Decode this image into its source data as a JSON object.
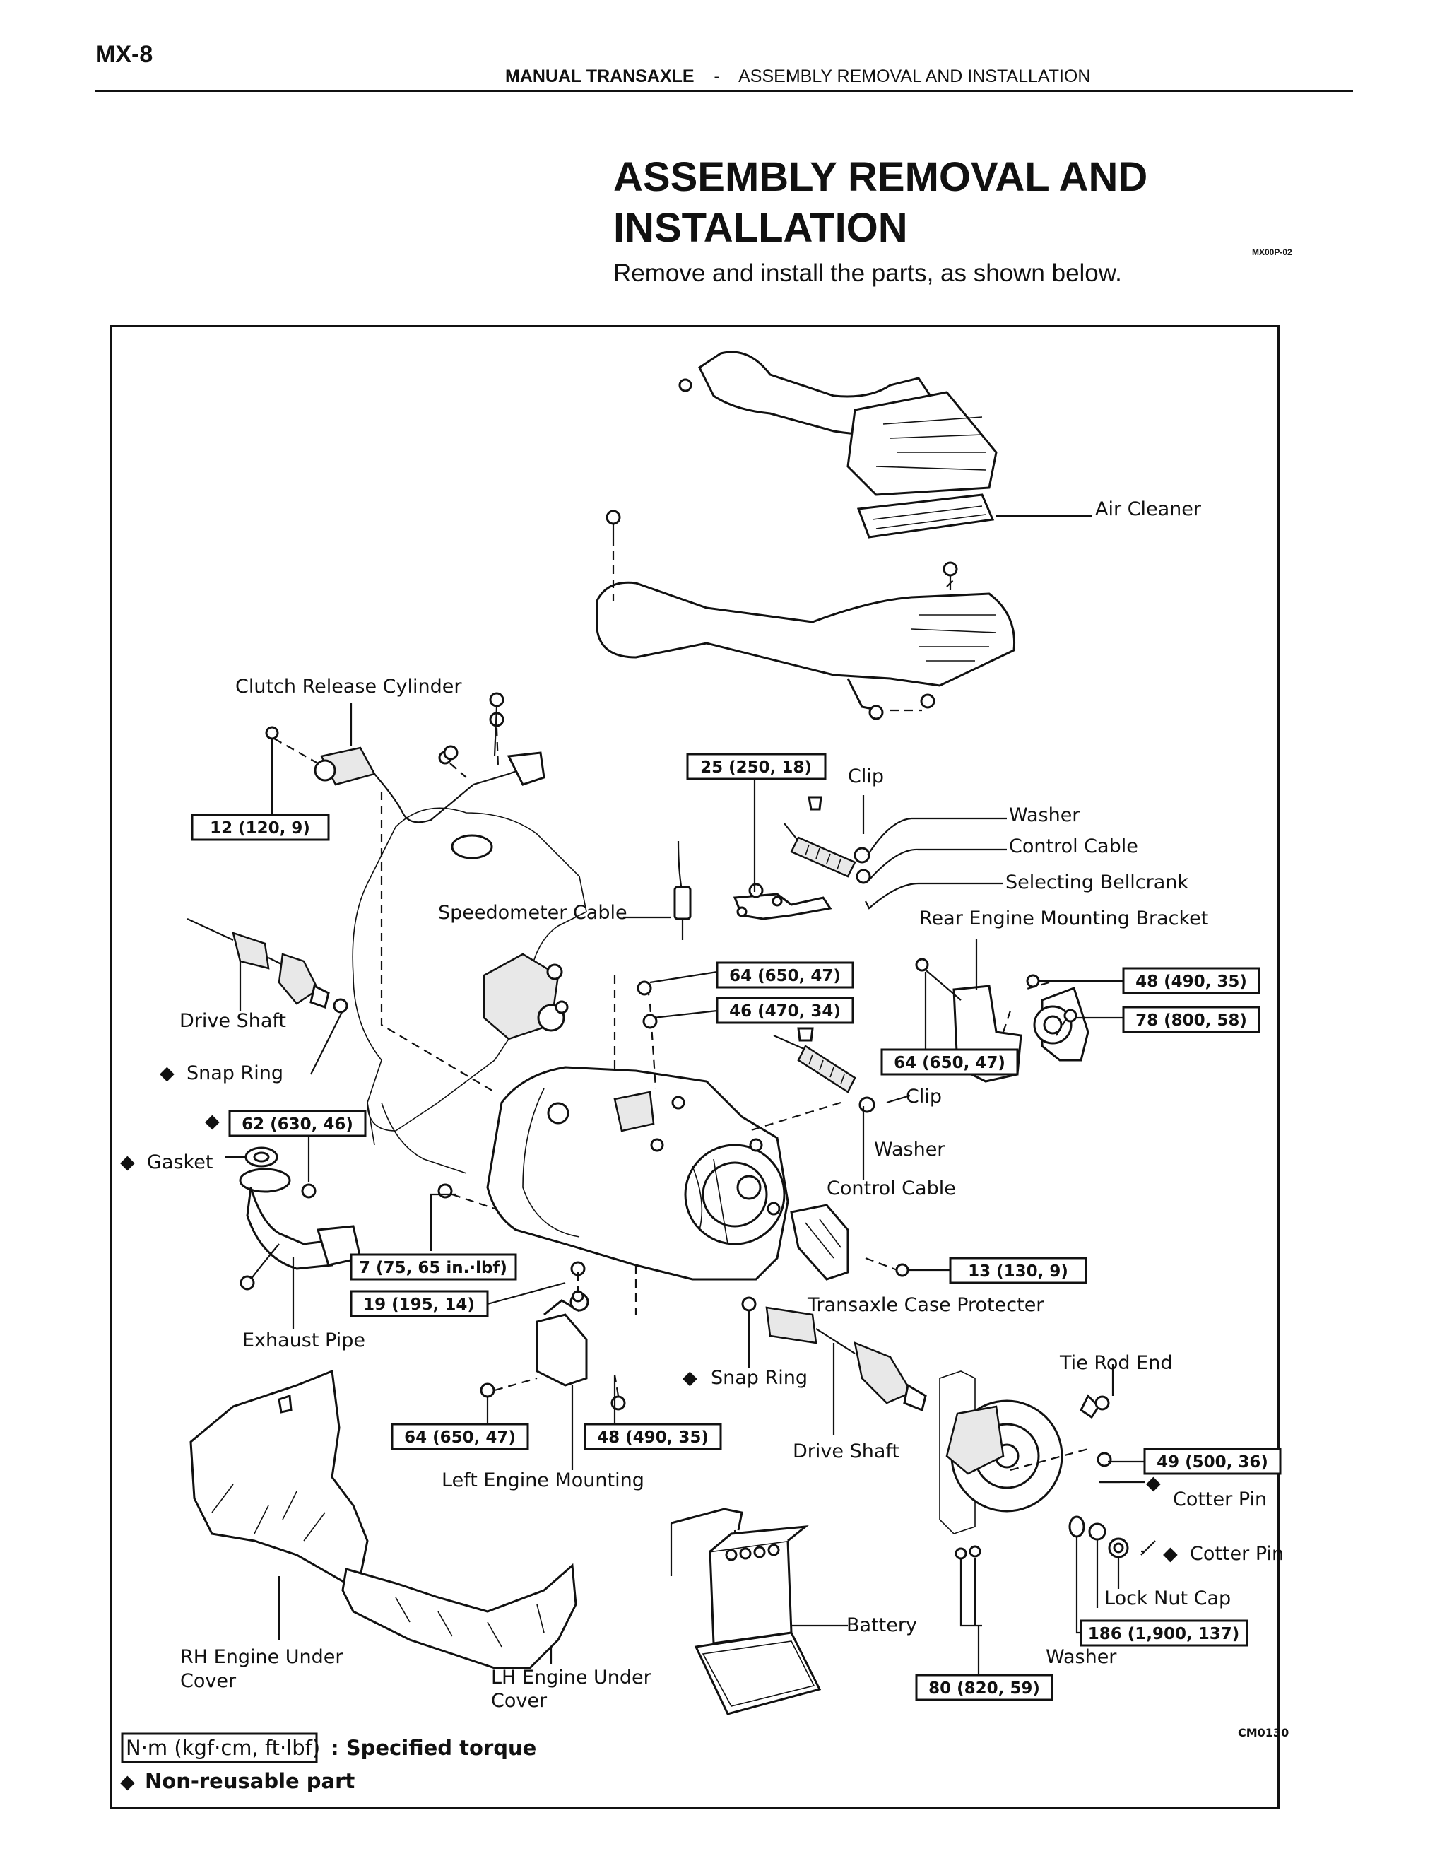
{
  "header": {
    "page_number": "MX-8",
    "section": "MANUAL TRANSAXLE",
    "separator": "-",
    "topic": "ASSEMBLY REMOVAL AND INSTALLATION"
  },
  "title": {
    "line1": "ASSEMBLY REMOVAL AND",
    "line2": "INSTALLATION",
    "doc_code": "MX00P-02",
    "subtitle": "Remove and install the parts, as shown below."
  },
  "diagram": {
    "code": "CM0130",
    "labels": {
      "air_cleaner": "Air Cleaner",
      "clutch_release_cylinder": "Clutch Release Cylinder",
      "clip_top": "Clip",
      "washer_top": "Washer",
      "control_cable_top": "Control Cable",
      "selecting_bellcrank": "Selecting Bellcrank",
      "rear_engine_mounting_bracket": "Rear Engine Mounting Bracket",
      "speedometer_cable": "Speedometer Cable",
      "drive_shaft_left": "Drive Shaft",
      "snap_ring_left": "Snap Ring",
      "gasket": "Gasket",
      "clip_mid": "Clip",
      "washer_mid": "Washer",
      "control_cable_mid": "Control Cable",
      "exhaust_pipe": "Exhaust Pipe",
      "transaxle_case_protecter": "Transaxle Case Protecter",
      "tie_rod_end": "Tie Rod End",
      "snap_ring_right": "Snap Ring",
      "drive_shaft_right": "Drive Shaft",
      "cotter_pin_1": "Cotter Pin",
      "cotter_pin_2": "Cotter Pin",
      "lock_nut_cap": "Lock Nut Cap",
      "washer_bottom": "Washer",
      "left_engine_mounting": "Left Engine Mounting",
      "battery": "Battery",
      "rh_cover_line1": "RH Engine Under",
      "rh_cover_line2": "Cover",
      "lh_cover_line1": "LH Engine Under",
      "lh_cover_line2": "Cover"
    },
    "torques": {
      "t_12": "12 (120, 9)",
      "t_25": "25 (250, 18)",
      "t_48_bracket": "48 (490, 35)",
      "t_78": "78 (800, 58)",
      "t_64_upper": "64 (650, 47)",
      "t_46": "46 (470, 34)",
      "t_64_bracket": "64 (650, 47)",
      "t_62": "62 (630, 46)",
      "t_7": "7 (75, 65 in.·lbf)",
      "t_19": "19 (195, 14)",
      "t_13": "13 (130, 9)",
      "t_64_left": "64 (650, 47)",
      "t_48_left": "48 (490, 35)",
      "t_49": "49 (500, 36)",
      "t_186": "186 (1,900, 137)",
      "t_80": "80 (820, 59)"
    },
    "non_reusable_mark": "◆"
  },
  "legend": {
    "units": "N·m (kgf·cm, ft·lbf)",
    "specified": ": Specified torque",
    "non_reusable": "Non-reusable part",
    "mark": "◆"
  }
}
